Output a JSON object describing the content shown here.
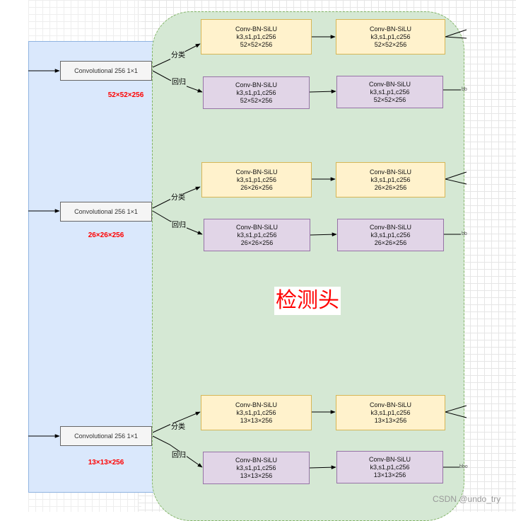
{
  "neck": {
    "convs": [
      {
        "label": "Convolutional 256 1×1",
        "dim": "52×52×256"
      },
      {
        "label": "Convolutional 256 1×1",
        "dim": "26×26×256"
      },
      {
        "label": "Convolutional 256 1×1",
        "dim": "13×13×256"
      }
    ]
  },
  "head": {
    "title": "检测头",
    "branch_cls": "分类",
    "branch_reg": "回归",
    "rows": [
      {
        "cls1": {
          "l1": "Conv-BN-SiLU",
          "l2": "k3,s1,p1,c256",
          "l3": "52×52×256"
        },
        "cls2": {
          "l1": "Conv-BN-SiLU",
          "l2": "k3,s1,p1,c256",
          "l3": "52×52×256"
        },
        "reg1": {
          "l1": "Conv-BN-SiLU",
          "l2": "k3,s1,p1,c256",
          "l3": "52×52×256"
        },
        "reg2": {
          "l1": "Conv-BN-SiLU",
          "l2": "k3,s1,p1,c256",
          "l3": "52×52×256"
        },
        "out": "bb"
      },
      {
        "cls1": {
          "l1": "Conv-BN-SiLU",
          "l2": "k3,s1,p1,c256",
          "l3": "26×26×256"
        },
        "cls2": {
          "l1": "Conv-BN-SiLU",
          "l2": "k3,s1,p1,c256",
          "l3": "26×26×256"
        },
        "reg1": {
          "l1": "Conv-BN-SiLU",
          "l2": "k3,s1,p1,c256",
          "l3": "26×26×256"
        },
        "reg2": {
          "l1": "Conv-BN-SiLU",
          "l2": "k3,s1,p1,c256",
          "l3": "26×26×256"
        },
        "out": "bb"
      },
      {
        "cls1": {
          "l1": "Conv-BN-SiLU",
          "l2": "k3,s1,p1,c256",
          "l3": "13×13×256"
        },
        "cls2": {
          "l1": "Conv-BN-SiLU",
          "l2": "k3,s1,p1,c256",
          "l3": "13×13×256"
        },
        "reg1": {
          "l1": "Conv-BN-SiLU",
          "l2": "k3,s1,p1,c256",
          "l3": "13×13×256"
        },
        "reg2": {
          "l1": "Conv-BN-SiLU",
          "l2": "k3,s1,p1,c256",
          "l3": "13×13×256"
        },
        "out": "bbo"
      }
    ]
  },
  "watermark": "CSDN @undo_try"
}
